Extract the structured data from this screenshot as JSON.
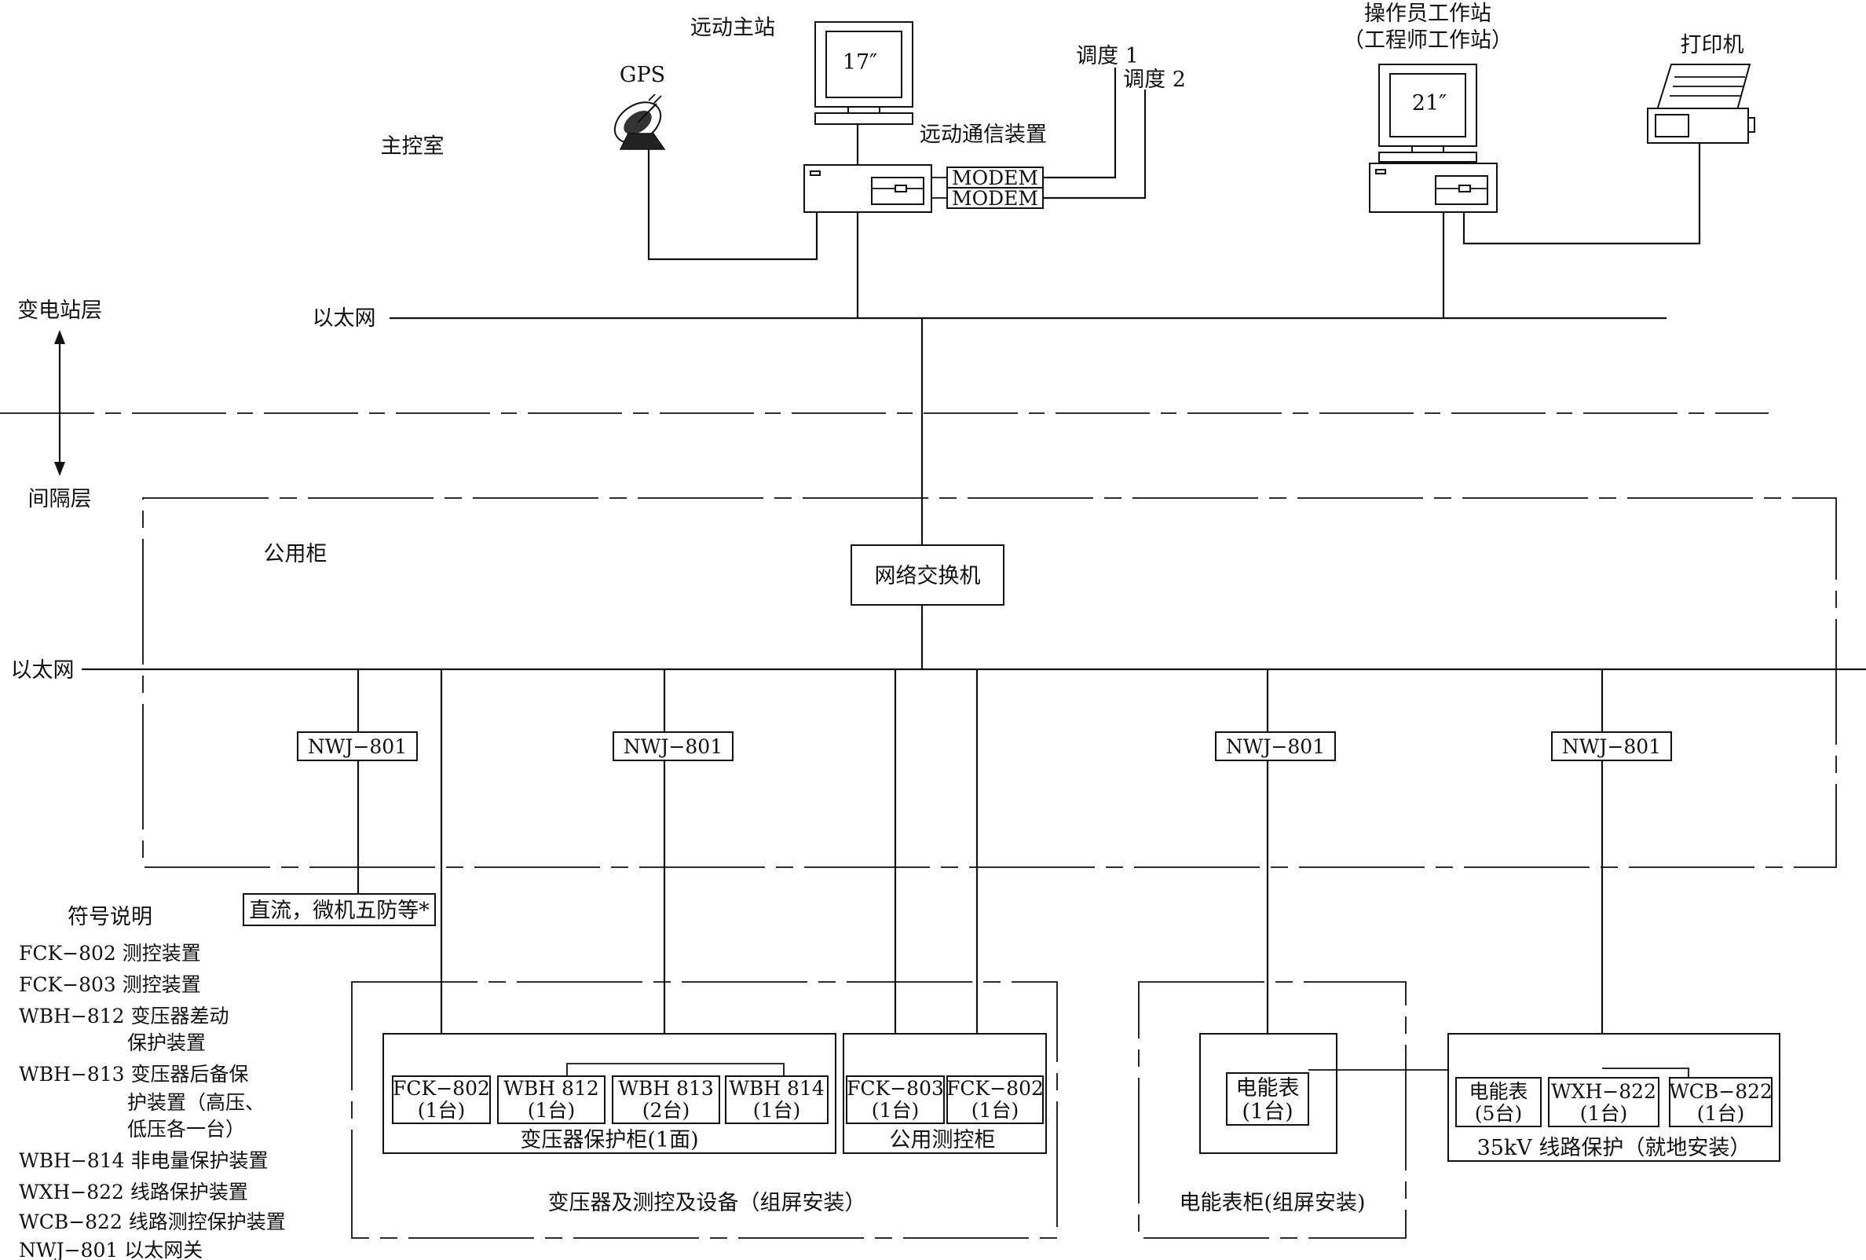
{
  "labels": {
    "remote_master": "远动主站",
    "monitor_17": "17″",
    "gps": "GPS",
    "main_control_room": "主控室",
    "remote_comm_device": "远动通信装置",
    "dispatch_1": "调度 1",
    "dispatch_2": "调度 2",
    "modem_1": "MODEM",
    "modem_2": "MODEM",
    "operator_station": "操作员工作站",
    "engineer_station": "（工程师工作站）",
    "monitor_21": "21″",
    "printer": "打印机",
    "substation_layer": "变电站层",
    "ethernet_top": "以太网",
    "bay_layer": "间隔层",
    "public_cabinet": "公用柜",
    "network_switch": "网络交换机",
    "ethernet_mid": "以太网",
    "nwj_1": "NWJ−801",
    "nwj_2": "NWJ−801",
    "nwj_3": "NWJ−801",
    "nwj_4": "NWJ−801",
    "dc_five_prevention": "直流，微机五防等*",
    "fck802_a": "FCK−802",
    "fck802_a_qty": "(1台)",
    "wbh812": "WBH  812",
    "wbh812_qty": "(1台)",
    "wbh813": "WBH  813",
    "wbh813_qty": "(2台)",
    "wbh814": "WBH  814",
    "wbh814_qty": "(1台)",
    "transformer_protection_cabinet": "变压器保护柜(1面)",
    "fck803": "FCK−803",
    "fck803_qty": "(1台)",
    "fck802_b": "FCK−802",
    "fck802_b_qty": "(1台)",
    "public_measure_control_cabinet": "公用测控柜",
    "transformer_group": "变压器及测控及设备（组屏安装）",
    "energy_meter_1": "电能表",
    "energy_meter_1_qty": "(1台)",
    "energy_meter_cabinet": "电能表柜(组屏安装)",
    "energy_meter_5": "电能表",
    "energy_meter_5_qty": "(5台)",
    "wxh822": "WXH−822",
    "wxh822_qty": "(1台)",
    "wcb822": "WCB−822",
    "wcb822_qty": "(1台)",
    "line_protection_35kv": "35kV 线路保护（就地安装）"
  },
  "legend": {
    "title": "符号说明",
    "items": [
      "FCK−802 测控装置",
      "FCK−803 测控装置",
      "WBH−812 变压器差动",
      "保护装置",
      "WBH−813 变压器后备保",
      "护装置（高压、",
      "低压各一台）",
      "WBH−814 非电量保护装置",
      "WXH−822 线路保护装置",
      "WCB−822 线路测控保护装置",
      "NWJ−801 以太网关"
    ]
  }
}
